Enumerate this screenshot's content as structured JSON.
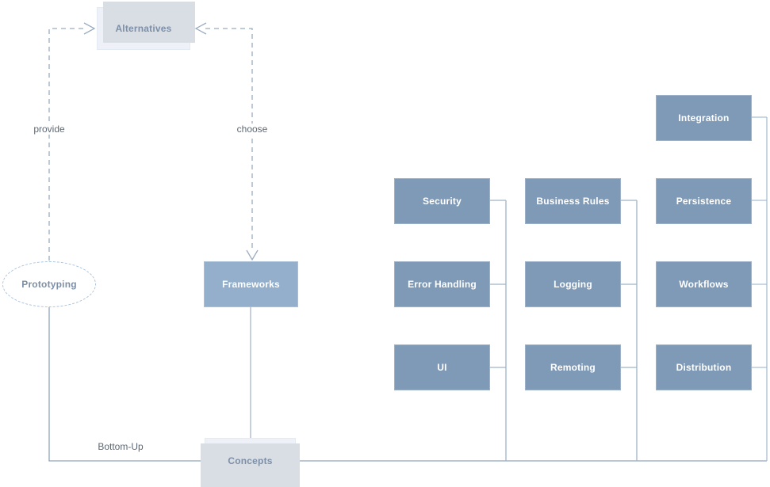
{
  "diagram": {
    "nodes": {
      "alternatives": {
        "label": "Alternatives"
      },
      "prototyping": {
        "label": "Prototyping"
      },
      "frameworks": {
        "label": "Frameworks"
      },
      "concepts": {
        "label": "Concepts"
      },
      "integration": {
        "label": "Integration"
      },
      "security": {
        "label": "Security"
      },
      "business_rules": {
        "label": "Business Rules"
      },
      "persistence": {
        "label": "Persistence"
      },
      "error_handling": {
        "label": "Error Handling"
      },
      "logging": {
        "label": "Logging"
      },
      "workflows": {
        "label": "Workflows"
      },
      "ui": {
        "label": "UI"
      },
      "remoting": {
        "label": "Remoting"
      },
      "distribution": {
        "label": "Distribution"
      }
    },
    "edge_labels": {
      "provide": "provide",
      "choose": "choose",
      "bottom_up": "Bottom-Up"
    },
    "colors": {
      "node_fill": "#7f9ab6",
      "node_border": "#9db2c9",
      "frameworks_fill": "#93afcb",
      "light_node_fill": "#eef2f8",
      "backplate_shadow": "#d9dee5",
      "solid_line": "#8ea5bd",
      "dashed_line": "#9bacc0",
      "ellipse_border": "#aac4de",
      "edge_label_text": "#5d6874",
      "light_node_text": "#7d8fa6",
      "node_text": "#ffffff"
    }
  }
}
